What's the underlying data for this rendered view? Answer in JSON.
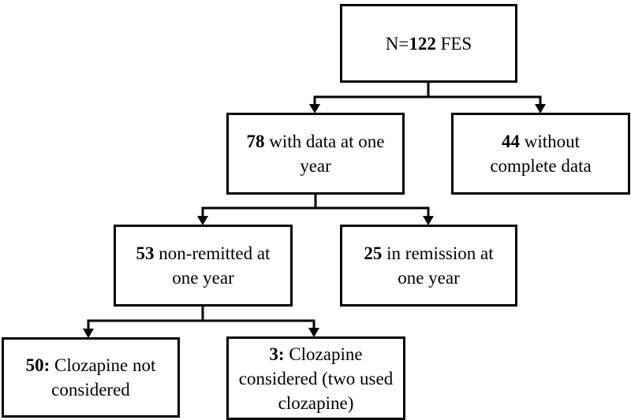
{
  "diagram": {
    "type": "flowchart",
    "colors": {
      "line": "#000000",
      "box_border": "#000000",
      "background": "#ffffff",
      "text": "#000000"
    },
    "boxes": {
      "total": {
        "pre": "N=",
        "bold": "122",
        "rest": " FES",
        "full_text": "N=122 FES"
      },
      "with_data": {
        "pre": "",
        "bold": "78",
        "rest": " with data at one year",
        "full_text": "78 with data at one year"
      },
      "without_data": {
        "pre": "",
        "bold": "44",
        "rest": " without complete data",
        "full_text": "44 without complete data"
      },
      "non_remitted": {
        "pre": "",
        "bold": "53",
        "rest": " non-remitted at one year",
        "full_text": "53 non-remitted at one year"
      },
      "remission": {
        "pre": "",
        "bold": "25",
        "rest": " in remission at one year",
        "full_text": "25 in remission at one year"
      },
      "clozapine_not_considered": {
        "pre": "",
        "bold": "50:",
        "rest": " Clozapine not considered",
        "full_text": "50: Clozapine not considered"
      },
      "clozapine_considered": {
        "pre": "",
        "bold": "3:",
        "rest": " Clozapine considered (two used clozapine)",
        "full_text": "3: Clozapine considered (two used clozapine)"
      }
    },
    "edges": [
      {
        "from": "total",
        "to": "with_data"
      },
      {
        "from": "total",
        "to": "without_data"
      },
      {
        "from": "with_data",
        "to": "non_remitted"
      },
      {
        "from": "with_data",
        "to": "remission"
      },
      {
        "from": "non_remitted",
        "to": "clozapine_not_considered"
      },
      {
        "from": "non_remitted",
        "to": "clozapine_considered"
      }
    ]
  }
}
